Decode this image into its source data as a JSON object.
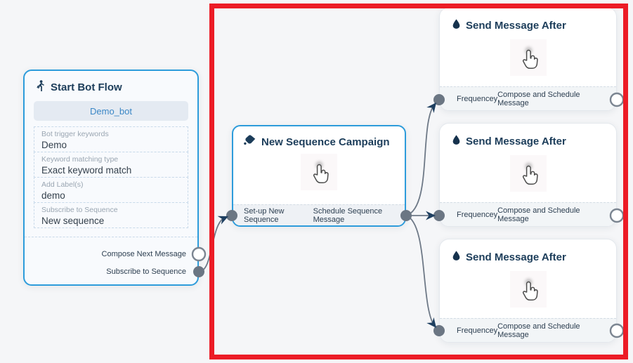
{
  "canvas": {
    "background_color": "#f5f6f8"
  },
  "highlight_box": {
    "color": "#ec1c26"
  },
  "colors": {
    "node_border_blue": "#2d9cdb",
    "title_text": "#1c3d5a",
    "edge": "#6e7987",
    "arrowhead": "#1e3f60",
    "dot_fill": "#6b7683",
    "open_circle_stroke": "#7b8591"
  },
  "start_node": {
    "icon": "walking-person-icon",
    "title": "Start Bot Flow",
    "bot_name_button": "Demo_bot",
    "fields": [
      {
        "label": "Bot trigger keywords",
        "value": "Demo"
      },
      {
        "label": "Keyword matching type",
        "value": "Exact keyword match"
      },
      {
        "label": "Add Label(s)",
        "value": "demo"
      },
      {
        "label": "Subscribe to Sequence",
        "value": "New sequence"
      }
    ],
    "outputs": [
      {
        "label": "Compose Next Message"
      },
      {
        "label": "Subscribe to Sequence"
      }
    ]
  },
  "campaign_node": {
    "icon": "paint-bucket-icon",
    "title": "New Sequence Campaign",
    "footer_labels": [
      {
        "label": "Set-up New Sequence"
      },
      {
        "label": "Schedule Sequence Message"
      }
    ]
  },
  "send_node": {
    "icon": "water-drop-icon",
    "title": "Send Message After",
    "input_label": "Frequencey",
    "output_label": "Compose and Schedule Message"
  }
}
